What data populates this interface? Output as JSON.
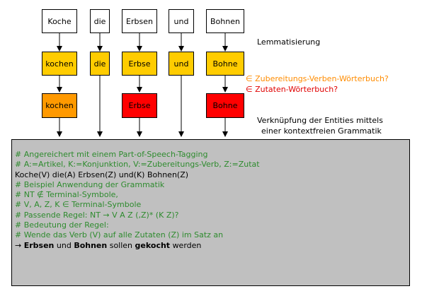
{
  "tokens": {
    "row1": [
      "Koche",
      "die",
      "Erbsen",
      "und",
      "Bohnen"
    ],
    "row2": [
      "kochen",
      "die",
      "Erbse",
      "und",
      "Bohne"
    ],
    "row3": [
      "kochen",
      "Erbse",
      "Bohne"
    ]
  },
  "annotations": {
    "lemmatisierung": "Lemmatisierung",
    "q_verb": "∈ Zubereitungs-Verben-Wörterbuch?",
    "q_zutat": "∈ Zutaten-Wörterbuch?",
    "verknuepfung_1": "Verknüpfung der Entities mittels",
    "verknuepfung_2": "einer kontextfreien Grammatik"
  },
  "panel": {
    "l1": "# Angereichert mit einem Part-of-Speech-Tagging",
    "l2": "# A:=Artikel, K:=Konjunktion, V:=Zubereitungs-Verb, Z:=Zutat",
    "l3": "Koche(V) die(A) Erbsen(Z) und(K) Bohnen(Z)",
    "l4": "# Beispiel Anwendung der Grammatik",
    "l5": "# NT ∉ Terminal-Symbole,",
    "l6": "# V, A, Z, K ∈ Terminal-Symbole",
    "l7": "# Passende Regel: NT → V A Z (,Z)* (K Z)?",
    "l8": "# Bedeutung der Regel:",
    "l9": "# Wende das Verb (V) auf alle Zutaten (Z) im Satz an",
    "l10": {
      "arrow": "→",
      "w1": "Erbsen",
      "w2": "und",
      "w3": "Bohnen",
      "w4": "sollen",
      "w5": "gekocht",
      "w6": "werden"
    }
  },
  "colors": {
    "white": "#ffffff",
    "yellow": "#ffcc00",
    "orange": "#ff9900",
    "red": "#ff0000",
    "panel_gray": "#c0c0c0",
    "comment_green": "#2e8b2e"
  }
}
